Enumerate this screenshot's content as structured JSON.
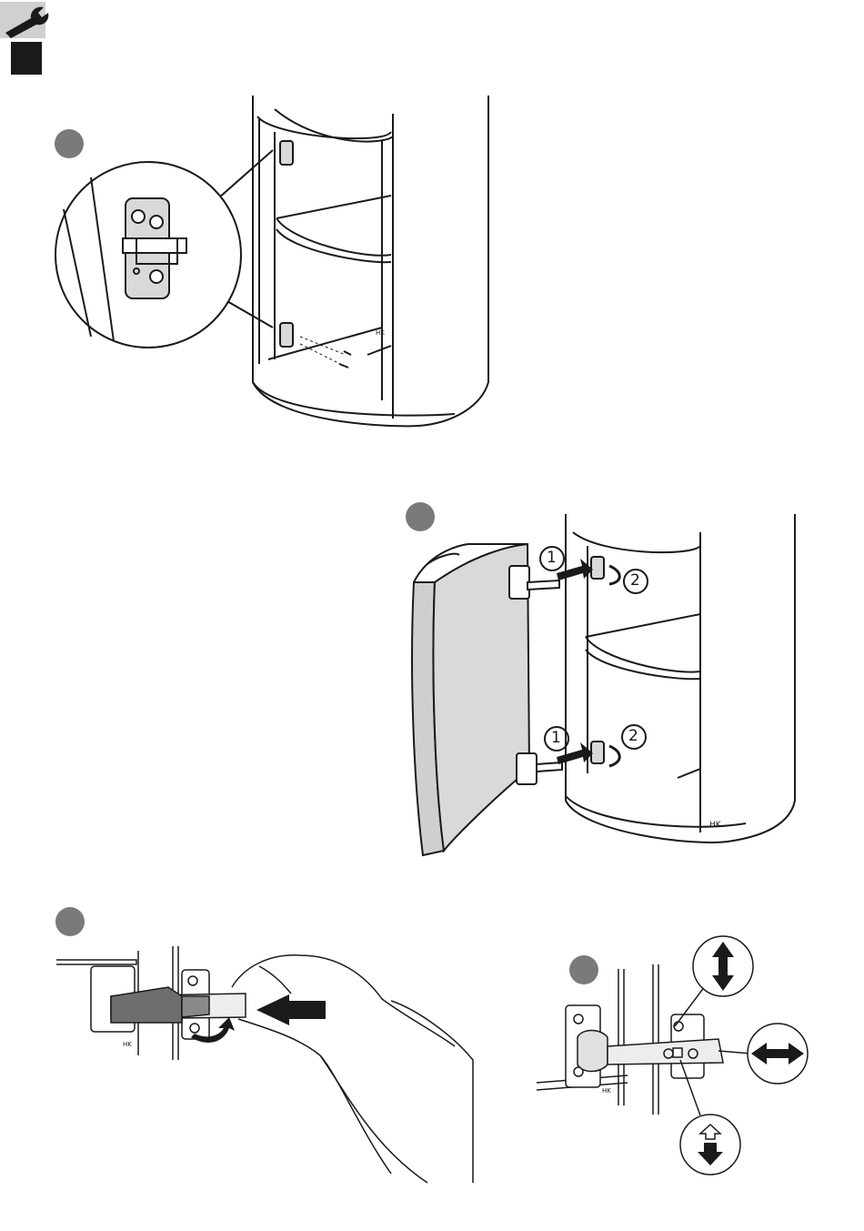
{
  "header": {
    "tool_icon": "wrench-icon",
    "marker_icon": "black-square-icon"
  },
  "steps": {
    "mount_plates": {
      "step_icon": "grey-step-dot"
    },
    "attach_door": {
      "step_icon": "grey-step-dot",
      "label_1": "1",
      "label_2": "2",
      "label_3": "1",
      "label_4": "2"
    },
    "release_hinge": {
      "step_icon": "grey-step-dot"
    },
    "adjust_hinge": {
      "step_icon": "grey-step-dot",
      "adjust_icons": [
        "vertical-arrows-icon",
        "horizontal-arrows-icon",
        "depth-arrows-icon"
      ]
    }
  },
  "marks": {
    "mark_1": "HK",
    "mark_2": "HK",
    "mark_3": "HK",
    "mark_4": "HK"
  },
  "colors": {
    "line": "#1a1a1a",
    "grey_dot": "#7a7a7a",
    "shade": "#d9d9d9",
    "dark_clip": "#6e6e6e"
  }
}
